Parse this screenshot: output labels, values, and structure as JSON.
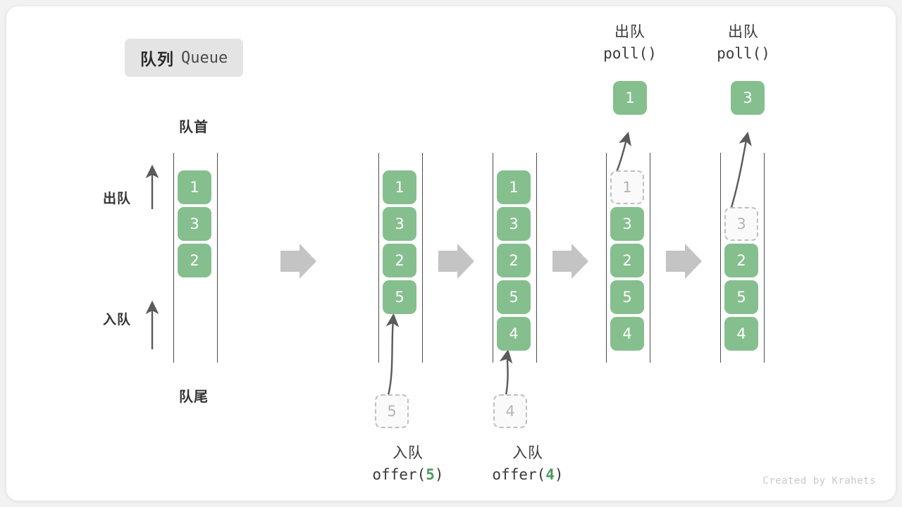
{
  "title": {
    "cn": "队列",
    "en": "Queue"
  },
  "labels": {
    "front": "队首",
    "rear": "队尾",
    "dequeue_side": "出队",
    "enqueue_side": "入队"
  },
  "watermark": "Created by Krahets",
  "colors": {
    "element": "#85bf8e",
    "element_text": "#ffffff",
    "ghost_border": "#bfbfbf",
    "ghost_text": "#b5b5b5",
    "rail": "#4d4d4d",
    "step_arrow": "#c4c4c4",
    "accent_number": "#4c9a5c",
    "badge_bg": "#e4e4e4",
    "card_bg": "#ffffff",
    "page_bg": "#f2f2f2"
  },
  "panels": [
    {
      "id": "initial",
      "cells": [
        {
          "value": "1",
          "state": "filled"
        },
        {
          "value": "3",
          "state": "filled"
        },
        {
          "value": "2",
          "state": "filled"
        },
        {
          "value": "",
          "state": "empty"
        },
        {
          "value": "",
          "state": "empty"
        }
      ]
    },
    {
      "id": "after-offer-5",
      "cells": [
        {
          "value": "1",
          "state": "filled"
        },
        {
          "value": "3",
          "state": "filled"
        },
        {
          "value": "2",
          "state": "filled"
        },
        {
          "value": "5",
          "state": "filled"
        },
        {
          "value": "",
          "state": "empty"
        }
      ],
      "incoming": {
        "value": "5",
        "state": "ghost"
      },
      "caption": {
        "cn": "入队",
        "code_before": "offer(",
        "code_num": "5",
        "code_after": ")"
      }
    },
    {
      "id": "after-offer-4",
      "cells": [
        {
          "value": "1",
          "state": "filled"
        },
        {
          "value": "3",
          "state": "filled"
        },
        {
          "value": "2",
          "state": "filled"
        },
        {
          "value": "5",
          "state": "filled"
        },
        {
          "value": "4",
          "state": "filled"
        }
      ],
      "incoming": {
        "value": "4",
        "state": "ghost"
      },
      "caption": {
        "cn": "入队",
        "code_before": "offer(",
        "code_num": "4",
        "code_after": ")"
      }
    },
    {
      "id": "after-poll-1",
      "cells": [
        {
          "value": "1",
          "state": "ghost"
        },
        {
          "value": "3",
          "state": "filled"
        },
        {
          "value": "2",
          "state": "filled"
        },
        {
          "value": "5",
          "state": "filled"
        },
        {
          "value": "4",
          "state": "filled"
        }
      ],
      "popped": {
        "value": "1",
        "state": "filled"
      },
      "caption": {
        "cn": "出队",
        "code_before": "poll()",
        "code_num": "",
        "code_after": ""
      }
    },
    {
      "id": "after-poll-3",
      "cells": [
        {
          "value": "",
          "state": "empty"
        },
        {
          "value": "3",
          "state": "ghost"
        },
        {
          "value": "2",
          "state": "filled"
        },
        {
          "value": "5",
          "state": "filled"
        },
        {
          "value": "4",
          "state": "filled"
        }
      ],
      "popped": {
        "value": "3",
        "state": "filled"
      },
      "caption": {
        "cn": "出队",
        "code_before": "poll()",
        "code_num": "",
        "code_after": ""
      }
    }
  ]
}
